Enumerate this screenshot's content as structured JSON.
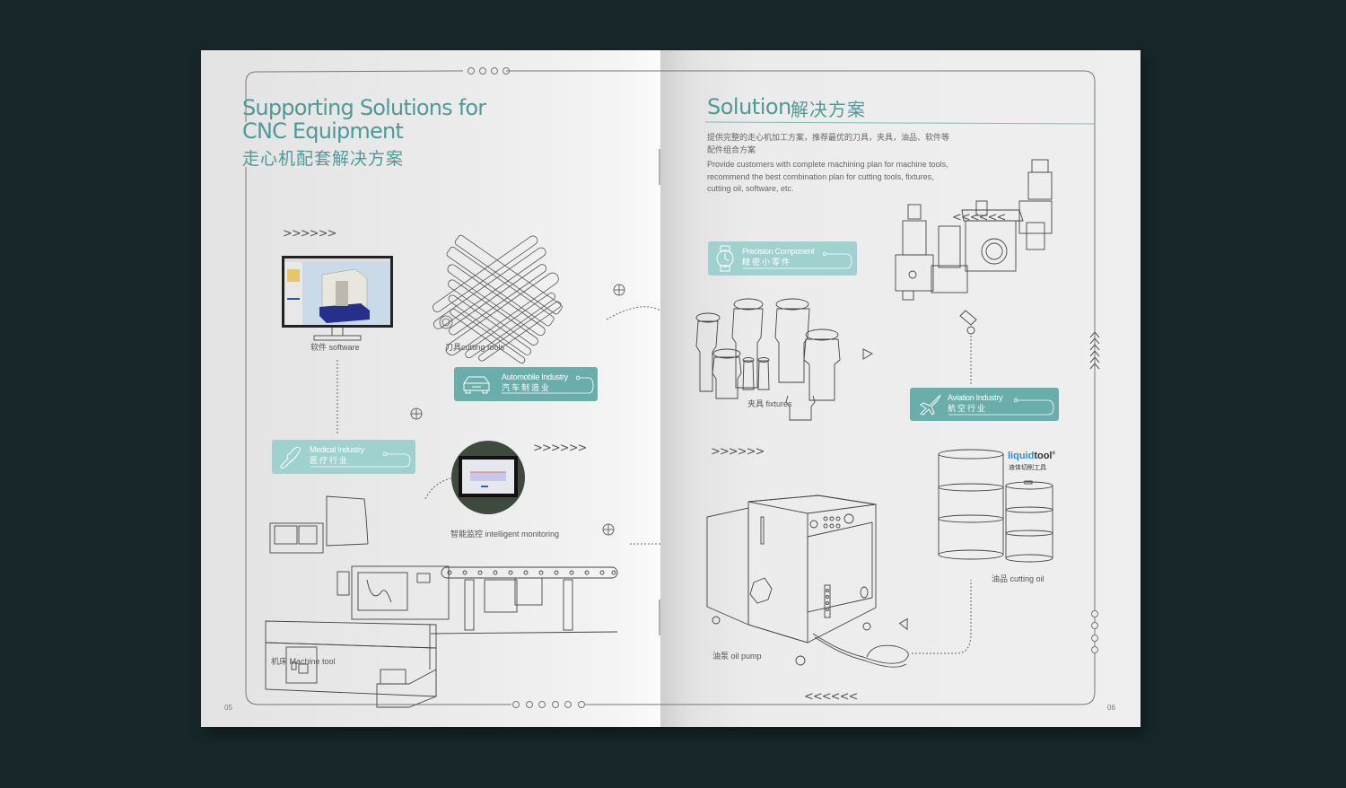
{
  "colors": {
    "background": "#17272a",
    "accent": "#4f9a98",
    "badge_dark": "#6aaeab",
    "badge_light": "#9fd1cf",
    "liquid_blue": "#2f8bd1"
  },
  "left_page": {
    "title_en_line1": "Supporting Solutions for",
    "title_en_line2": "CNC Equipment",
    "title_cn": "走心机配套解决方案",
    "arrows_1": ">>>>>>",
    "arrows_2": ">>>>>>",
    "software_label": "软件 software",
    "cutting_tools_label": "刀具cutting tools",
    "monitoring_label": "智能监控 intelligent monitoring",
    "machine_tool_label": "机床  Machine tool",
    "badges": [
      {
        "icon": "car-icon",
        "en": "Automobile Industry",
        "cn": "汽车制造业"
      },
      {
        "icon": "bone-joint-icon",
        "en": "Medical Industry",
        "cn": "医疗行业"
      }
    ],
    "page_number": "05"
  },
  "right_page": {
    "title_en": "Solution",
    "title_cn": "解决方案",
    "desc_cn": "提供完整的走心机加工方案，推荐最优的刀具，夹具，油品、软件等配件组合方案",
    "desc_en": "Provide customers with complete machining plan for machine tools, recommend the best combination plan for  cutting tools, fixtures, cutting oil, software, etc.",
    "arrows_left_top": "<<<<<<",
    "arrows_right_mid": ">>>>>>",
    "arrows_left_bottom": "<<<<<<",
    "fixtures_label": "夹具 fixtures",
    "oil_pump_label": "油泵 oil pump",
    "cutting_oil_label": "油品 cutting oil",
    "brand_a": "liquid",
    "brand_b": "tool",
    "brand_mark": "®",
    "brand_cn": "液体切削工具",
    "badges": [
      {
        "icon": "watch-icon",
        "en": "Precision Component",
        "cn": "精密小零件"
      },
      {
        "icon": "airplane-icon",
        "en": "Aviation Industry",
        "cn": "航空行业"
      }
    ],
    "page_number": "06"
  }
}
